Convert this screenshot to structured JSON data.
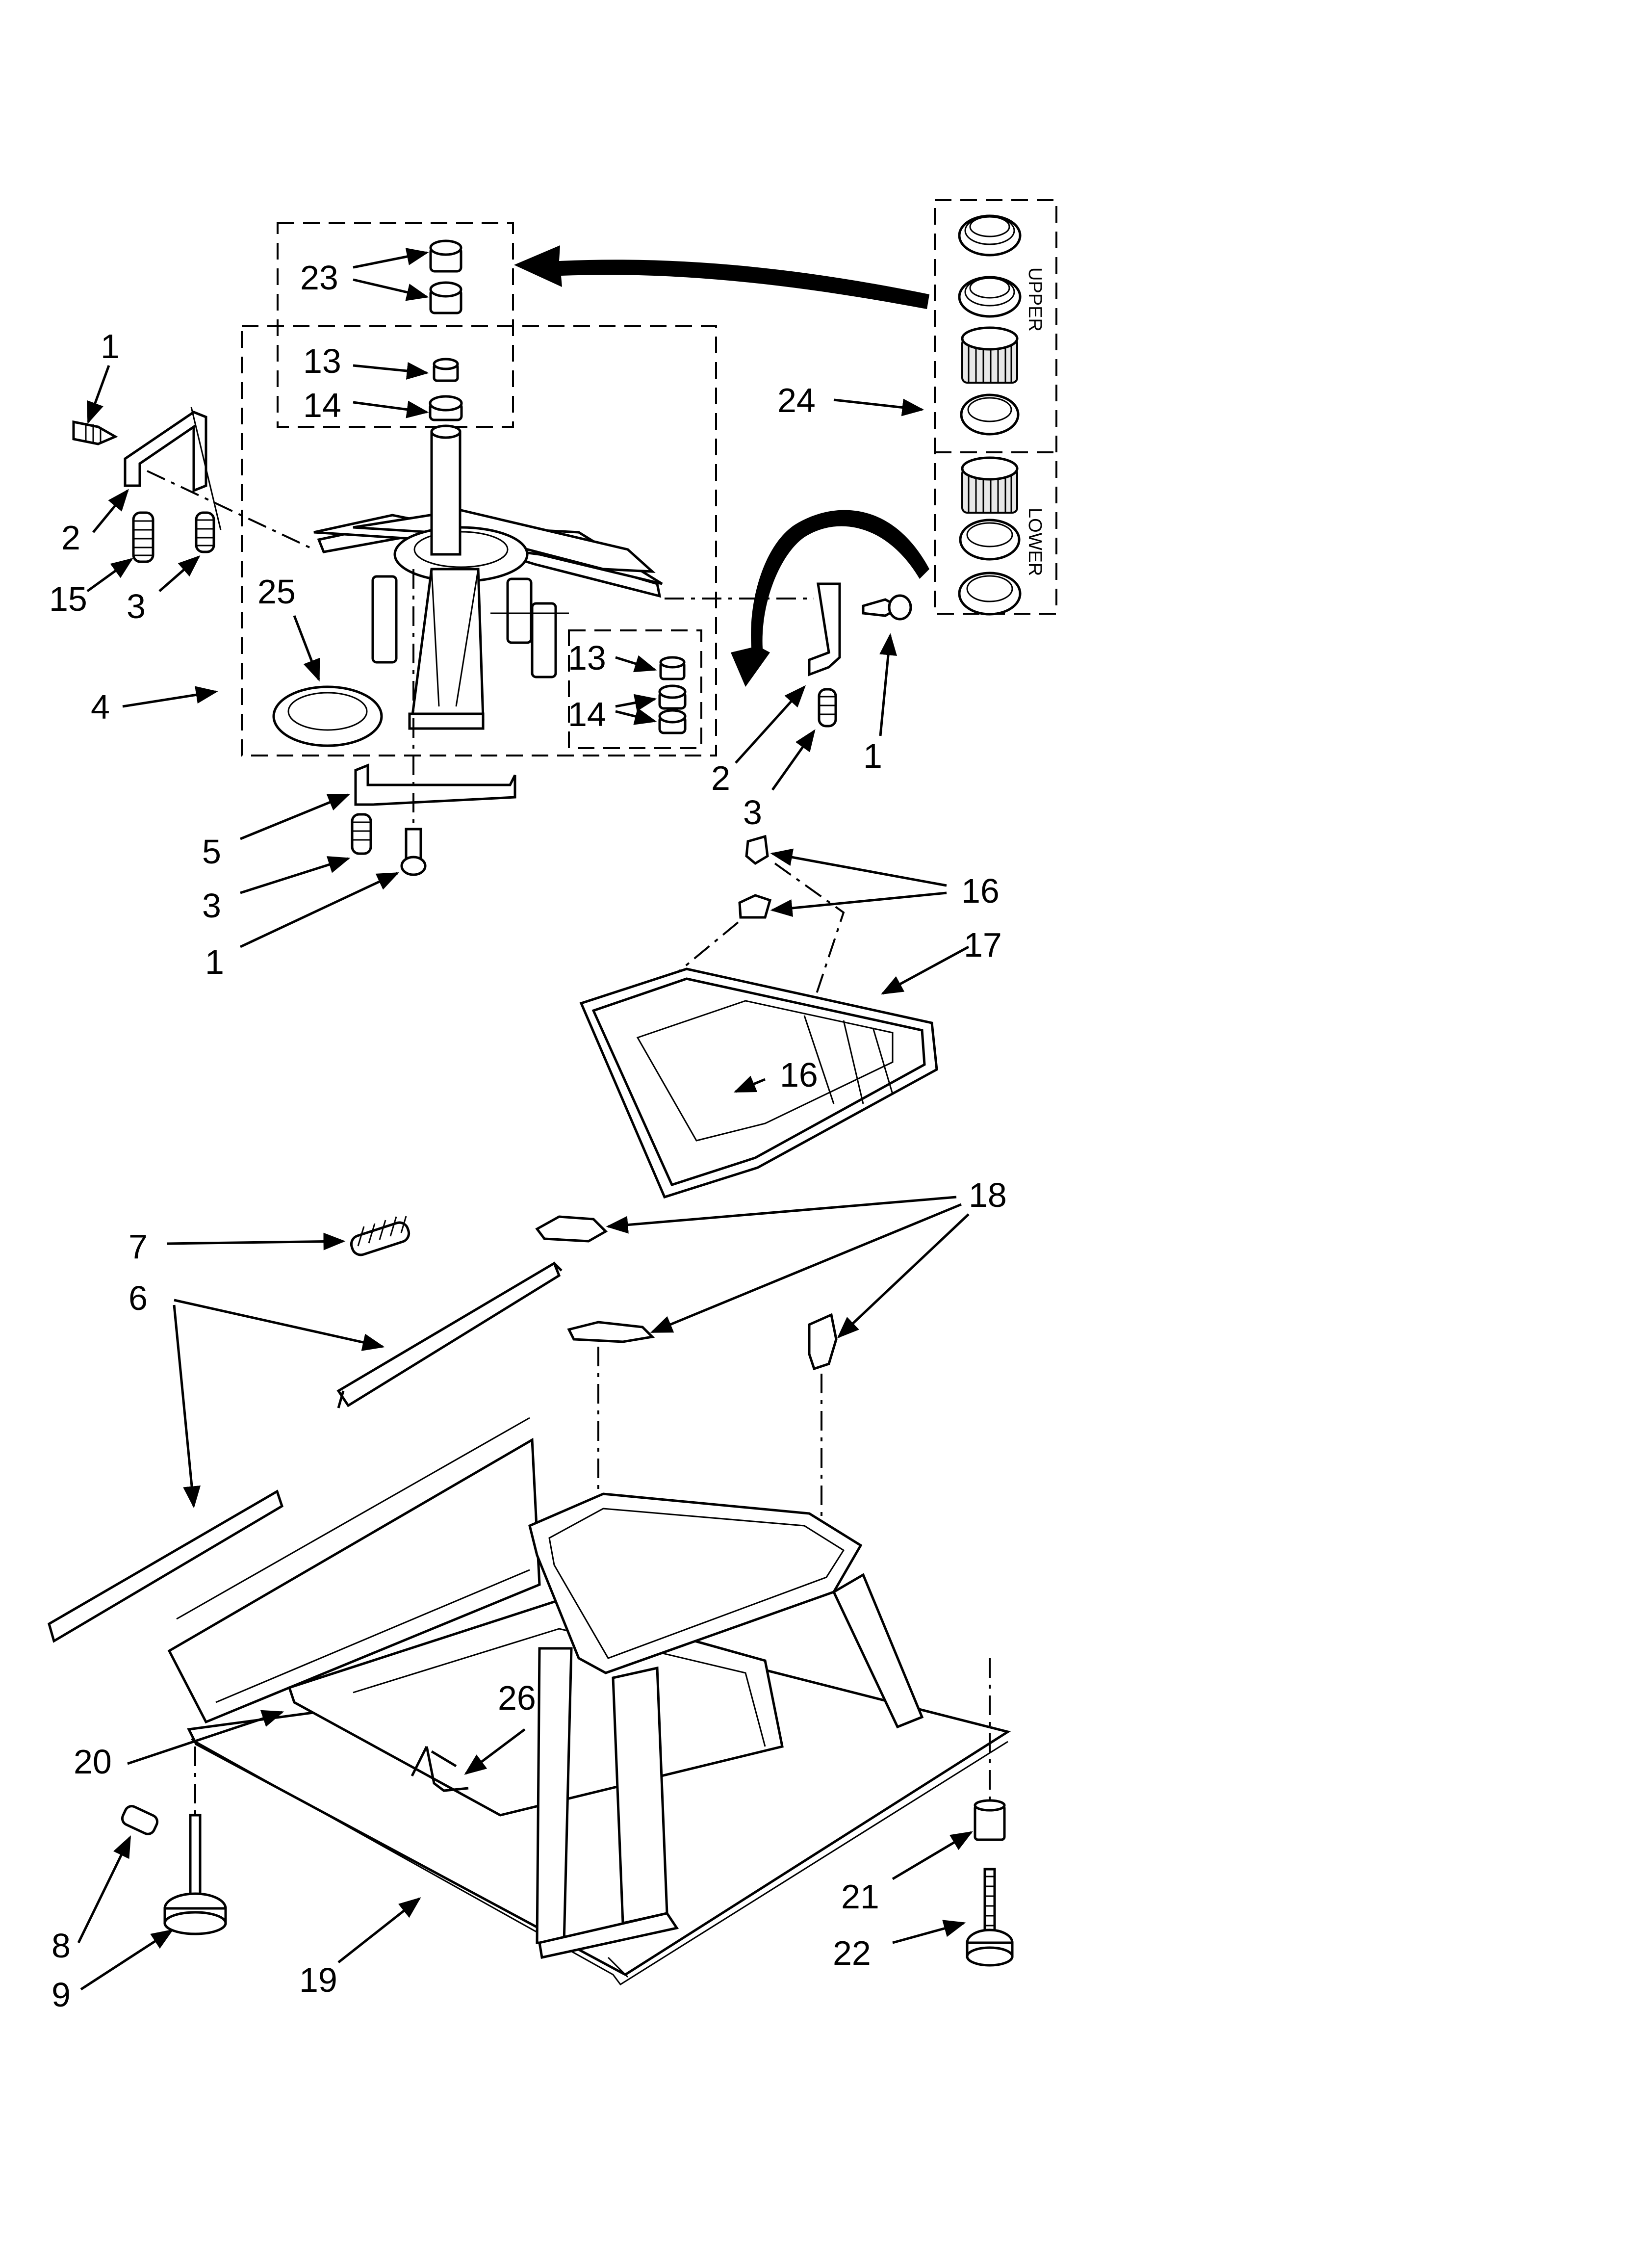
{
  "diagram": {
    "callouts": {
      "c1a": "1",
      "c2a": "2",
      "c15": "15",
      "c3a": "3",
      "c25": "25",
      "c4": "4",
      "c23": "23",
      "c13a": "13",
      "c14a": "14",
      "c24": "24",
      "c13b": "13",
      "c14b": "14",
      "c2b": "2",
      "c3b": "3",
      "c1b": "1",
      "c5": "5",
      "c3c": "3",
      "c1c": "1",
      "c16a": "16",
      "c17": "17",
      "c16b": "16",
      "c18": "18",
      "c7": "7",
      "c6": "6",
      "c26": "26",
      "c20": "20",
      "c8": "8",
      "c9": "9",
      "c19": "19",
      "c21": "21",
      "c22": "22"
    },
    "side_labels": {
      "upper": "UPPER",
      "lower": "LOWER"
    }
  }
}
